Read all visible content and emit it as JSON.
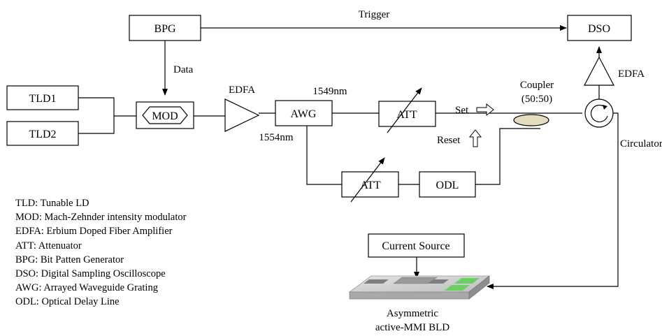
{
  "blocks": {
    "bpg": "BPG",
    "dso": "DSO",
    "tld1": "TLD1",
    "tld2": "TLD2",
    "mod": "MOD",
    "awg": "AWG",
    "att_upper": "ATT",
    "att_lower": "ATT",
    "odl": "ODL",
    "current_source": "Current Source"
  },
  "labels": {
    "trigger": "Trigger",
    "data": "Data",
    "edfa_left": "EDFA",
    "edfa_right": "EDFA",
    "wl_1549": "1549nm",
    "wl_1554": "1554nm",
    "set": "Set",
    "reset": "Reset",
    "coupler_line1": "Coupler",
    "coupler_line2": "(50:50)",
    "circulator": "Circulator",
    "device_line1": "Asymmetric",
    "device_line2": "active-MMI BLD"
  },
  "legend": [
    "TLD: Tunable LD",
    "MOD: Mach-Zehnder intensity modulator",
    "EDFA:  Erbium Doped Fiber Amplifier",
    "ATT: Attenuator",
    "BPG: Bit Patten Generator",
    "DSO: Digital Sampling Oscilloscope",
    "AWG: Arrayed Waveguide Grating",
    "ODL: Optical Delay Line"
  ]
}
